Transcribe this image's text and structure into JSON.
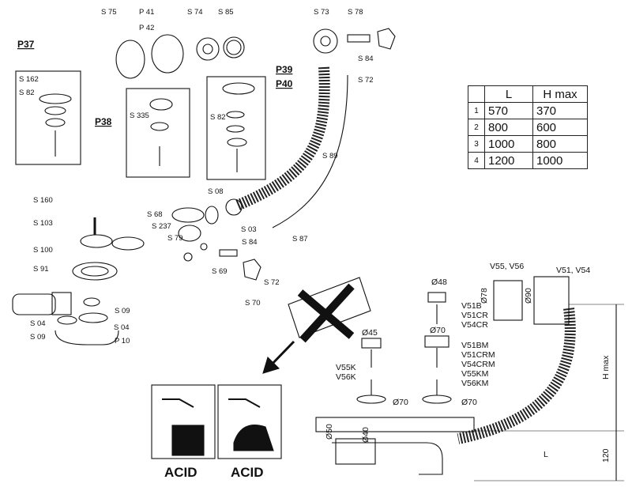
{
  "parts": {
    "s75": "S 75",
    "p41": "P 41",
    "p42": "P 42",
    "s74": "S 74",
    "s85": "S 85",
    "s73": "S 73",
    "s78": "S 78",
    "s84a": "S 84",
    "s72a": "S 72",
    "s162": "S 162",
    "s82a": "S 82",
    "s335": "S 335",
    "s82b": "S 82",
    "s89": "S 89",
    "s08": "S 08",
    "s160": "S 160",
    "s103": "S 103",
    "s68": "S 68",
    "s237": "S 237",
    "s03": "S 03",
    "s87": "S 87",
    "s79": "S 79",
    "s84b": "S 84",
    "s100": "S 100",
    "s69": "S 69",
    "s72b": "S 72",
    "s70": "S 70",
    "s91": "S 91",
    "s09a": "S 09",
    "s04a": "S 04",
    "s04b": "S 04",
    "s09b": "S 09",
    "p10": "P 10"
  },
  "groups": {
    "p37": "P37",
    "p38": "P38",
    "p39": "P39",
    "p40": "P40"
  },
  "table": {
    "headers": [
      "L",
      "H max"
    ],
    "rows": [
      {
        "n": "1",
        "l": "570",
        "h": "370"
      },
      {
        "n": "2",
        "l": "800",
        "h": "600"
      },
      {
        "n": "3",
        "l": "1000",
        "h": "800"
      },
      {
        "n": "4",
        "l": "1200",
        "h": "1000"
      }
    ]
  },
  "dims": {
    "d48": "Ø48",
    "d45": "Ø45",
    "d70a": "Ø70",
    "d70b": "Ø70",
    "d70c": "Ø70",
    "d78": "Ø78",
    "d90": "Ø90",
    "d50": "Ø50",
    "d40": "Ø40",
    "hmax": "H max",
    "h120": "120",
    "len": "L"
  },
  "models": {
    "v55v56": "V55, V56",
    "v51v54": "V51, V54",
    "v51b": "V51B",
    "v51cr": "V51CR",
    "v54cr": "V54CR",
    "v51bm": "V51BM",
    "v51crm": "V51CRM",
    "v54crm": "V54CRM",
    "v55km": "V55KM",
    "v56km": "V56KM",
    "v55k": "V55K",
    "v56k": "V56K"
  },
  "warnings": {
    "acid1": "ACID",
    "acid2": "ACID"
  }
}
